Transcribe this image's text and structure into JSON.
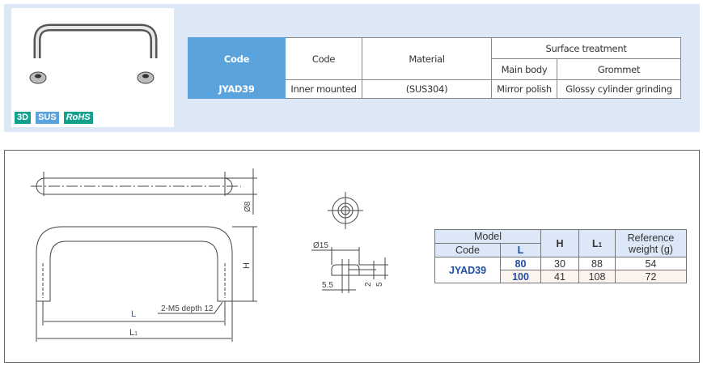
{
  "product": {
    "badges": [
      {
        "label": "3D",
        "color": "#13a08e"
      },
      {
        "label": "SUS",
        "color": "#5ba3dc"
      },
      {
        "label": "RoHS",
        "color": "#13a08e"
      }
    ]
  },
  "spec_table": {
    "headers": {
      "code_blue": "Code",
      "code": "Code",
      "material": "Material",
      "surface": "Surface treatment",
      "main_body": "Main body",
      "grommet": "Grommet"
    },
    "row": {
      "code": "JYAD39",
      "mount": "Inner mounted",
      "material": "(SUS304)",
      "main_body": "Mirror polish",
      "grommet": "Glossy cylinder grinding"
    }
  },
  "drawing": {
    "dia8": "Ø8",
    "H": "H",
    "L": "L",
    "L1": "L",
    "L1_sub": "1",
    "thread": "2-M5 depth 12",
    "dia15": "Ø15",
    "d55": "5.5",
    "d2": "2",
    "d5": "5"
  },
  "dim_table": {
    "headers": {
      "model": "Model",
      "code": "Code",
      "L": "L",
      "H": "H",
      "L1": "L",
      "L1_sub": "1",
      "weight1": "Reference",
      "weight2": "weight (g)"
    },
    "code": "JYAD39",
    "rows": [
      {
        "L": "80",
        "H": "30",
        "L1": "88",
        "weight": "54"
      },
      {
        "L": "100",
        "H": "41",
        "L1": "108",
        "weight": "72"
      }
    ]
  },
  "colors": {
    "accent": "#5ba3dc",
    "panel": "#dde8f6",
    "value_blue": "#1f4ea3"
  }
}
